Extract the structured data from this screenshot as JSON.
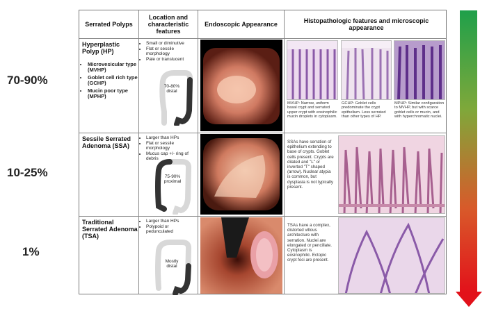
{
  "percentages": [
    "70-90%",
    "10-25%",
    "1%"
  ],
  "headers": {
    "col1": "Serrated Polyps",
    "col2": "Location and characteristic features",
    "col3": "Endoscopic Appearance",
    "col4": "Histopathologic features and microscopic appearance"
  },
  "rows": [
    {
      "title": "Hyperplastic Polyp (HP)",
      "subtypes": [
        "Microvesicular type (MVHP)",
        "Goblet cell rich type (GCHP)",
        "Mucin poor type (MPHP)"
      ],
      "features": [
        "Small or diminutive",
        "Flat or sessile morphology",
        "Pale or translucent"
      ],
      "colon_label": "70-80% distal",
      "notes": [
        "MVHP: Narrow, uniform basal crypt and serrated upper crypt with eosinophilic mucin droplets in cytoplasm.",
        "GCHP: Goblet cells predominate the crypt epithelium. Less serrated than other types of HP.",
        "MPHP: Similar configuration to MVHP, but with scarce goblet cells or mucin, and with hyperchromatic nuclei."
      ]
    },
    {
      "title": "Sessile Serrated Adenoma (SSA)",
      "features": [
        "Larger than HPs",
        "Flat or sessile morphology",
        "Mucus cap +/- ring of debris"
      ],
      "colon_label": "75-90% proximal",
      "note": "SSAs have serration of epithelium extending to base of crypts. Goblet cells present. Crypts are dilated and \"L\" or inverted \"T\" shaped (arrow). Nuclear atypia is common, but dysplasia is not typically present."
    },
    {
      "title": "Traditional Serrated Adenoma (TSA)",
      "features": [
        "Larger than HPs",
        "Polypoid or pedunculated"
      ],
      "colon_label": "Mostly distal",
      "note": "TSAs have a complex, distorted villous architecture with serration. Nuclei are elongated or pencillate. Cytoplasm is eosinophilic. Ectopic crypt foci are present."
    }
  ],
  "colors": {
    "arrow_top": "#1fa04a",
    "arrow_bottom": "#e2111a",
    "histology_purple": "#8a5aa8",
    "histology_pink": "#e6b7cf",
    "endoscopy_pink": "#d07a62"
  }
}
